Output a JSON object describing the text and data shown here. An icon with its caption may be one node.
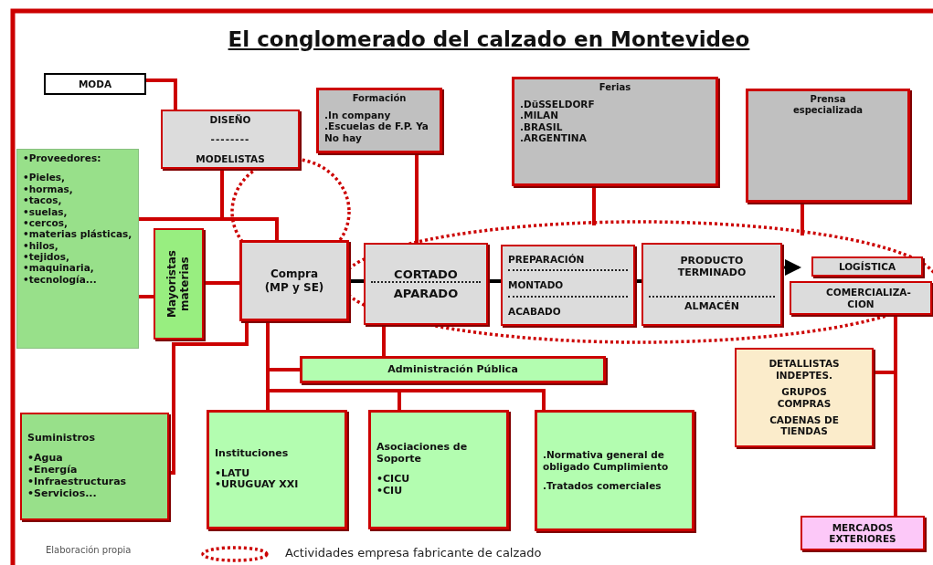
{
  "diagram": {
    "title": "El conglomerado del calzado en Montevideo",
    "nodes": [
      {
        "text": [
          "MODA"
        ]
      },
      {
        "text": [
          "DISEÑO",
          "--------",
          "MODELISTAS"
        ]
      },
      {
        "text": [
          "Formación",
          ".In company",
          ".Escuelas de F.P. Ya No hay"
        ]
      },
      {
        "text": [
          "Ferias",
          ".DüSSELDORF",
          ".MILAN",
          ".BRASIL",
          ".ARGENTINA"
        ]
      },
      {
        "text": [
          "Prensa especializada"
        ]
      },
      {
        "text": [
          "•Proveedores:",
          "•Pieles,",
          "•hormas,",
          "•tacos,",
          "•suelas,",
          "•cercos,",
          "•materias plásticas,",
          "•hilos,",
          "•tejidos,",
          "•maquinaria,",
          "•tecnología..."
        ]
      },
      {
        "text": [
          "Mayoristas materias"
        ]
      },
      {
        "text": [
          "Compra (MP y SE)"
        ]
      },
      {
        "text": [
          "CORTADO",
          "APARADO"
        ]
      },
      {
        "text": [
          "PREPARACIÓN",
          "MONTADO",
          "ACABADO"
        ]
      },
      {
        "text": [
          "PRODUCTO TERMINADO",
          "ALMACÉN"
        ]
      },
      {
        "text": [
          "LOGÍSTICA"
        ]
      },
      {
        "text": [
          "COMERCIALIZA- CION"
        ]
      },
      {
        "text": [
          "Administración Pública"
        ]
      },
      {
        "text": [
          "Suministros",
          "•Agua",
          "•Energía",
          "•Infraestructuras",
          "•Servicios..."
        ]
      },
      {
        "text": [
          "Instituciones",
          "•LATU",
          "•URUGUAY XXI"
        ]
      },
      {
        "text": [
          "Asociaciones de Soporte",
          "•CICU",
          "•CIU"
        ]
      },
      {
        "text": [
          ".Normativa general de obligado Cumplimiento",
          ".Tratados comerciales"
        ]
      },
      {
        "text": [
          "DETALLISTAS INDEPTES.",
          "GRUPOS COMPRAS",
          "CADENAS DE TIENDAS"
        ]
      },
      {
        "text": [
          "MERCADOS EXTERIORES"
        ]
      }
    ],
    "edges": [
      {
        "from": 0,
        "to": 1,
        "arrow": "none"
      },
      {
        "from": 1,
        "to": 7,
        "arrow": "none"
      },
      {
        "from": 5,
        "to": 7,
        "arrow": "none"
      },
      {
        "from": 5,
        "to": 6,
        "arrow": "none"
      },
      {
        "from": 6,
        "to": 7,
        "arrow": "none"
      },
      {
        "from": 7,
        "to": 8,
        "arrow": "none",
        "color": "#000000"
      },
      {
        "from": 8,
        "to": 9,
        "arrow": "none",
        "color": "#000000"
      },
      {
        "from": 9,
        "to": 10,
        "arrow": "none",
        "color": "#000000"
      },
      {
        "from": 10,
        "to": 11,
        "arrow": "to",
        "color": "#000000"
      },
      {
        "from": 2,
        "to": 8,
        "arrow": "none"
      },
      {
        "from": 3,
        "to": null,
        "arrow": "none"
      },
      {
        "from": 4,
        "to": null,
        "arrow": "none"
      },
      {
        "from": 8,
        "to": 13,
        "arrow": "none"
      },
      {
        "from": 7,
        "to": 13,
        "arrow": "none"
      },
      {
        "from": 7,
        "to": 15,
        "arrow": "none"
      },
      {
        "from": 7,
        "to": 16,
        "arrow": "none"
      },
      {
        "from": 7,
        "to": 17,
        "arrow": "none"
      },
      {
        "from": 7,
        "to": 14,
        "arrow": "none"
      },
      {
        "from": 12,
        "to": 18,
        "arrow": "none"
      },
      {
        "from": 12,
        "to": 19,
        "arrow": "none"
      }
    ],
    "labels": [
      "Elaboración propia"
    ],
    "legend": [
      {
        "text": "Actividades empresa fabricante de calzado"
      }
    ]
  }
}
